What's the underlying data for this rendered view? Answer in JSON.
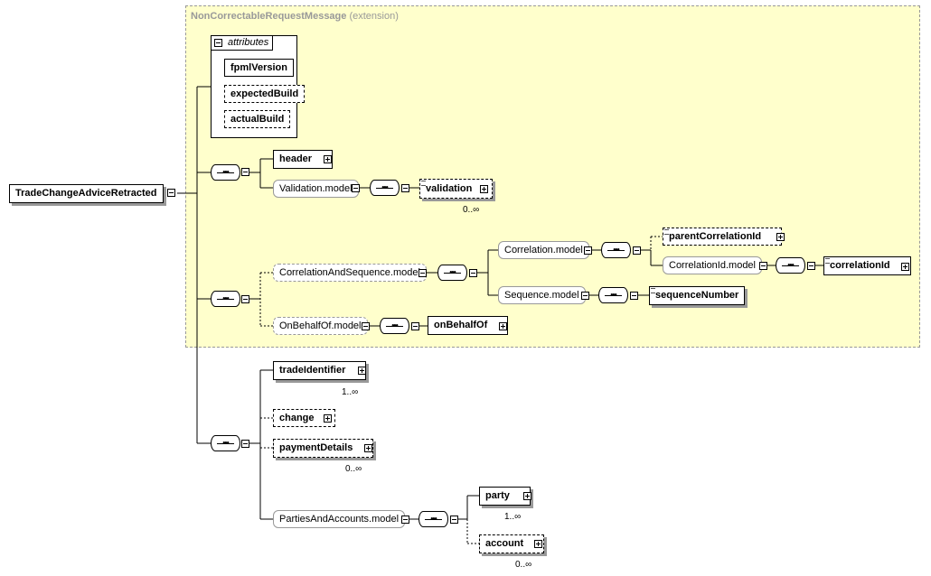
{
  "extension": {
    "name": "NonCorrectableRequestMessage",
    "suffix": "(extension)"
  },
  "attributes": {
    "label": "attributes",
    "items": [
      "fpmlVersion",
      "expectedBuild",
      "actualBuild"
    ]
  },
  "root": "TradeChangeAdviceRetracted",
  "elements": {
    "header": "header",
    "validation_model": "Validation.model",
    "validation": "validation",
    "validation_mult": "0..∞",
    "correlation_sequence_model": "CorrelationAndSequence.model",
    "correlation_model": "Correlation.model",
    "parent_correlation_id": "parentCorrelationId",
    "correlation_id_model": "CorrelationId.model",
    "correlation_id": "correlationId",
    "sequence_model": "Sequence.model",
    "sequence_number": "sequenceNumber",
    "on_behalf_of_model": "OnBehalfOf.model",
    "on_behalf_of": "onBehalfOf",
    "trade_identifier": "tradeIdentifier",
    "trade_identifier_mult": "1..∞",
    "change": "change",
    "payment_details": "paymentDetails",
    "payment_details_mult": "0..∞",
    "parties_accounts_model": "PartiesAndAccounts.model",
    "party": "party",
    "party_mult": "1..∞",
    "account": "account",
    "account_mult": "0..∞"
  }
}
